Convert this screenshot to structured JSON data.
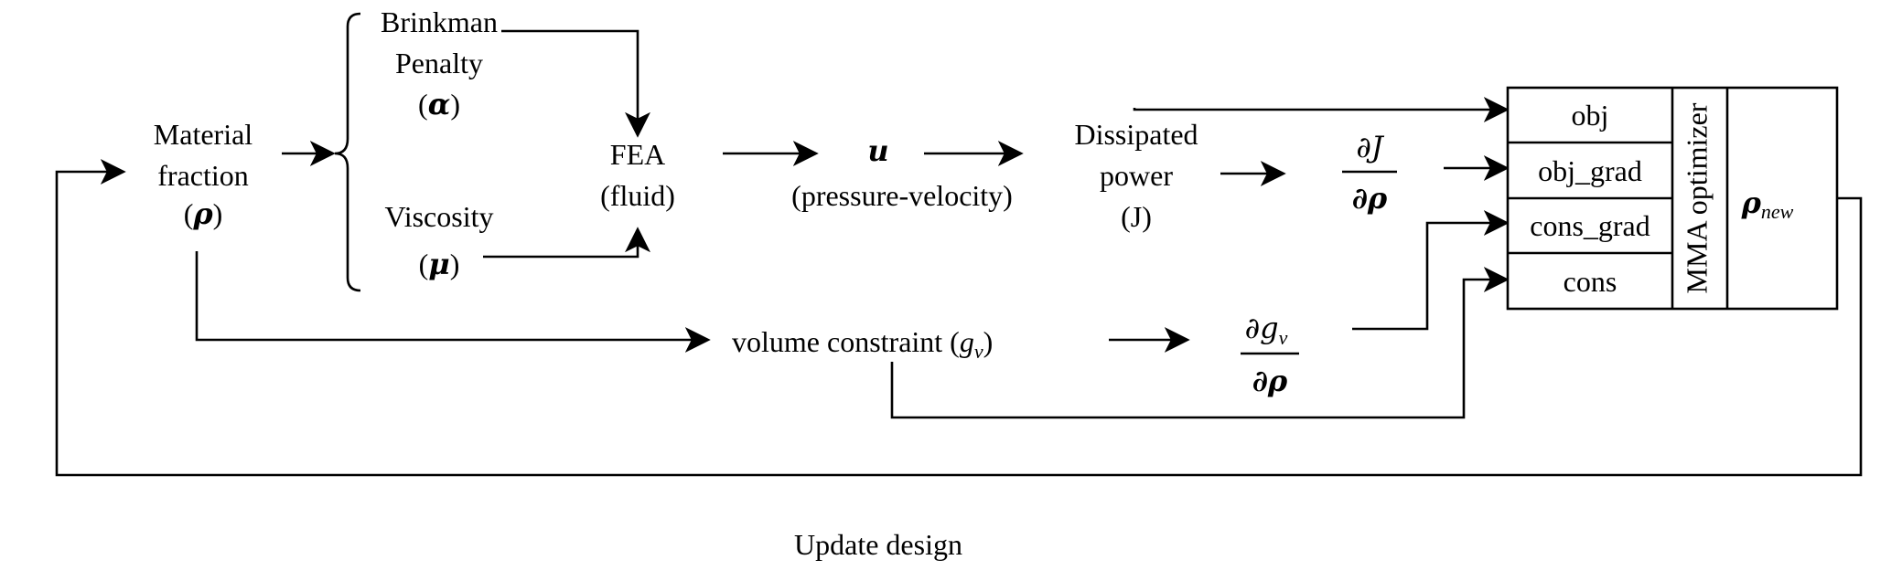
{
  "labels": {
    "material_line1": "Material",
    "material_line2": "fraction",
    "rho_symbol": "ρ",
    "brinkman_line1": "Brinkman",
    "brinkman_line2": "Penalty",
    "alpha_symbol": "α",
    "viscosity": "Viscosity",
    "mu_symbol": "μ",
    "fea_line1": "FEA",
    "fea_line2": "(fluid)",
    "u_symbol": "u",
    "pressure_velocity": "(pressure-velocity)",
    "dissipated_line1": "Dissipated",
    "dissipated_line2": "power",
    "dissipated_line3": "(J)",
    "dJ_num": "∂J",
    "drho": "∂ρ",
    "volume_constraint_text": "volume constraint",
    "g_symbol": "g",
    "g_sub": "v",
    "dg_num": "∂g",
    "update_design": "Update design"
  },
  "optimizer": {
    "cells": [
      "obj",
      "obj_grad",
      "cons_grad",
      "cons"
    ],
    "name": "MMA optimizer",
    "output_symbol": "ρ",
    "output_sub": "new"
  }
}
